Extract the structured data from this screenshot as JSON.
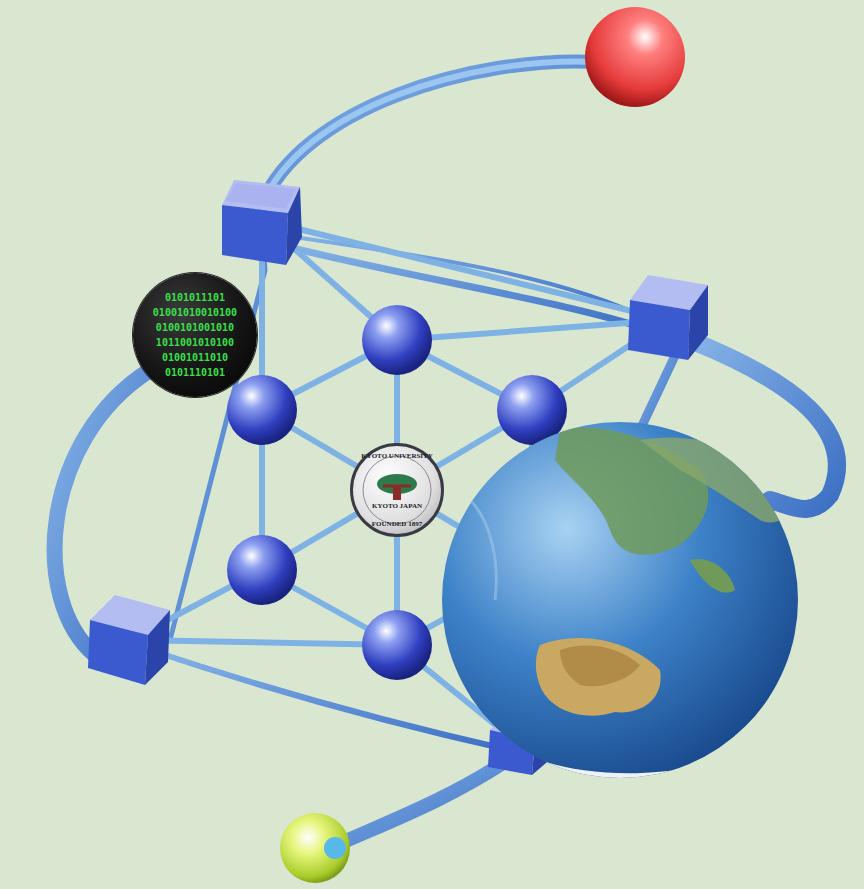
{
  "diagram": {
    "nodes": [
      {
        "text": [
          "0101011101",
          "01001010010100",
          "0100101001010",
          "1011001010100",
          "01001011010",
          "0101110101"
        ]
      },
      {
        "text": [
          "KYOTO UNIVERSITY",
          "KYOTO JAPAN",
          "FOUNDED 1897"
        ]
      }
    ]
  }
}
